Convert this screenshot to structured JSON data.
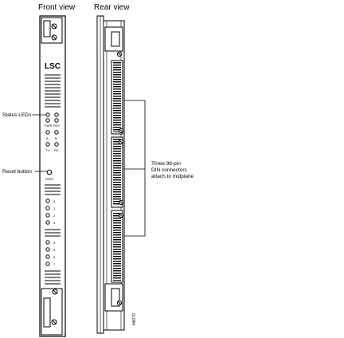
{
  "views": {
    "front_title": "Front view",
    "rear_title": "Rear view"
  },
  "front_panel": {
    "label": "LSC",
    "led_labels": {
      "left_col": [
        "PWR",
        "A",
        "TX"
      ],
      "right_col": [
        "RDY",
        "B",
        "RX"
      ],
      "group_a": [
        "0",
        "1",
        "2",
        "3"
      ],
      "group_b": [
        "4",
        "5",
        "6",
        "7"
      ]
    },
    "reset_label": "RSET"
  },
  "callouts": {
    "status_leds": "Status LEDs",
    "reset_button": "Reset button",
    "connectors_line1": "Three 96-pin",
    "connectors_line2": "DIN connectors",
    "connectors_line3": "attach to midplane"
  },
  "figure_id": "H6079"
}
